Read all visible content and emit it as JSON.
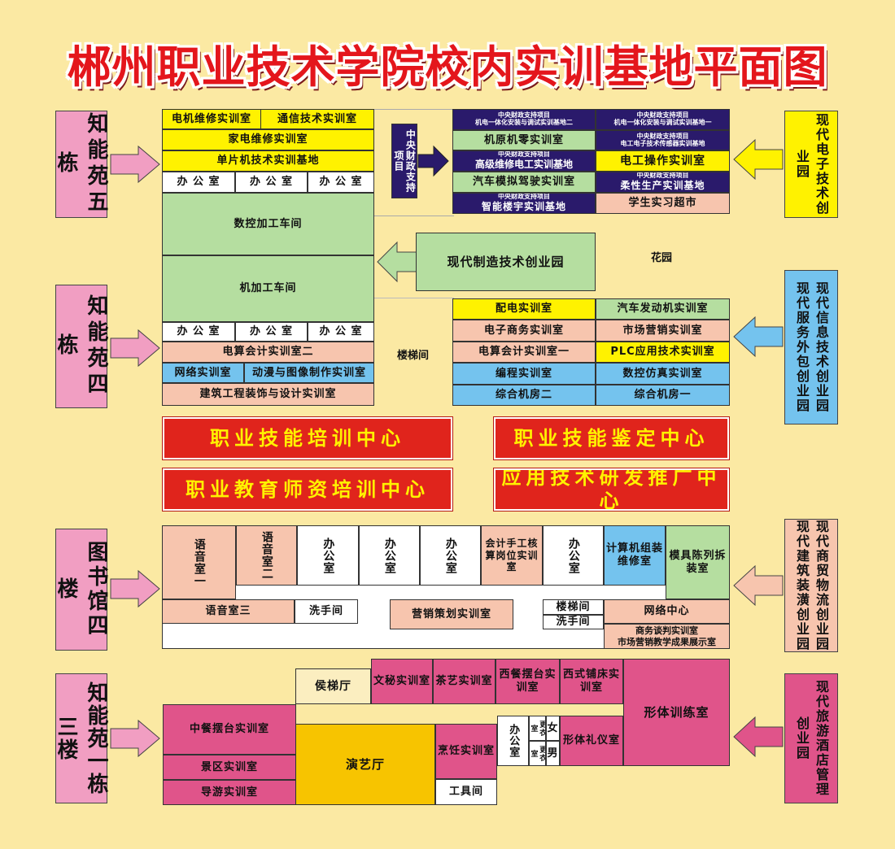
{
  "title": "郴州职业技术学院校内实训基地平面图",
  "left_buildings": [
    "知能苑五栋",
    "知能苑四栋",
    "图书馆四楼",
    "知能苑一栋三楼"
  ],
  "right_parks": [
    "现代电子技术创业园",
    "现代信息技术创业园\n现代服务外包创业园",
    "现代商贸物流创业园\n现代建筑装潢创业园",
    "现代旅游酒店管理创业园"
  ],
  "b5": {
    "r1a": "电机维修实训室",
    "r1b": "通信技术实训室",
    "r2": "家电维修实训室",
    "r3": "单片机技术实训基地",
    "office": "办 公 室",
    "cnc": "数控加工车间",
    "machining": "机加工车间",
    "acct2": "电算会计实训室二",
    "net": "网络实训室",
    "anim": "动漫与图像制作实训室",
    "arch": "建筑工程装饰与设计实训室"
  },
  "center": {
    "fund_box": "中央财政支持项目",
    "mfg_park": "现代制造技术创业园",
    "garden": "花园",
    "stairs": "楼梯间"
  },
  "east_top": {
    "fund_label": "中央财政支持项目",
    "a1": "机电一体化安装与调试实训基地二",
    "a2": "机电一体化安装与调试实训基地一",
    "b1": "机原机零实训室",
    "b2": "电工电子技术传感器实训基地",
    "c1": "高级维修电工实训基地",
    "c2": "电工操作实训室",
    "d1": "汽车模拟驾驶实训室",
    "d2": "柔性生产实训基地",
    "e1": "智能楼宇实训基地",
    "e2": "学生实习超市"
  },
  "east_low": [
    [
      "配电实训室",
      "汽车发动机实训室"
    ],
    [
      "电子商务实训室",
      "市场营销实训室"
    ],
    [
      "电算会计实训室一",
      "PLC应用技术实训室"
    ],
    [
      "编程实训室",
      "数控仿真实训室"
    ],
    [
      "综合机房二",
      "综合机房一"
    ]
  ],
  "centers": [
    "职业技能培训中心",
    "职业技能鉴定中心",
    "职业教育师资培训中心",
    "应用技术研发推广中心"
  ],
  "library": {
    "lang1": "语音室一",
    "lang2": "语音室二",
    "office": "办公室",
    "acct": "会计手工核算岗位实训室",
    "pc": "计算机组装维修室",
    "mold": "模具陈列拆装室",
    "lang3": "语音室三",
    "wc": "洗手间",
    "marketing": "营销策划实训室",
    "stairs": "楼梯间",
    "network": "网络中心",
    "biz": "商务谈判实训室",
    "show": "市场营销教学成果展示室"
  },
  "b1": {
    "lobby": "侯梯厅",
    "secretary": "文秘实训室",
    "tea": "茶艺实训室",
    "western": "西餐摆台实训室",
    "bedding": "西式铺床实训室",
    "fitness": "形体训练室",
    "chinese": "中餐摆台实训室",
    "theater": "演艺厅",
    "cooking": "烹饪实训室",
    "office": "办公室",
    "locker": "更衣室",
    "female": "女",
    "male": "男",
    "etiquette": "形体礼仪室",
    "scenic": "景区实训室",
    "guide": "导游实训室",
    "tools": "工具间"
  },
  "colors": {
    "title": "#e4161c",
    "yellow": "#fff200",
    "green": "#b5dea0",
    "peach": "#f7c5ae",
    "blue": "#74c3ee",
    "navy": "#2a1a6b",
    "magenta": "#e0548a",
    "gold": "#f7c400",
    "red": "#e0241c",
    "pink": "#f19ec2",
    "lightblue": "#74c3ee"
  }
}
